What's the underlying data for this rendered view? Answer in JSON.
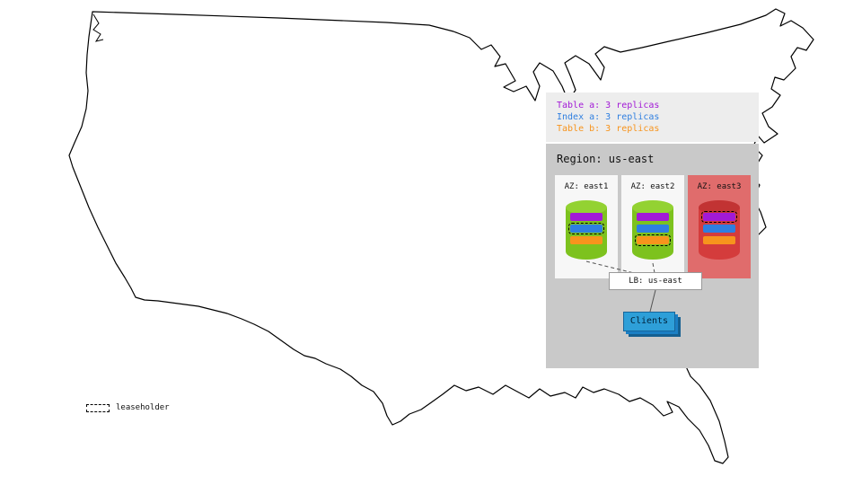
{
  "table_legend": {
    "items": [
      {
        "label": "Table a: 3 replicas",
        "color": "#a21ad6"
      },
      {
        "label": "Index a: 3 replicas",
        "color": "#2f7fe0"
      },
      {
        "label": "Table b: 3 replicas",
        "color": "#f7941d"
      }
    ]
  },
  "region": {
    "title": "Region: us-east",
    "azs": [
      {
        "label": "AZ: east1",
        "status": "up",
        "leaseholder_of": "index-a"
      },
      {
        "label": "AZ: east2",
        "status": "up",
        "leaseholder_of": "table-b"
      },
      {
        "label": "AZ: east3",
        "status": "down",
        "leaseholder_of": "table-a"
      }
    ],
    "lb": {
      "label": "LB: us-east"
    },
    "clients": {
      "label": "Clients"
    }
  },
  "key": {
    "leaseholder_label": "leaseholder"
  },
  "colors": {
    "table_a_purple": "#a21ad6",
    "index_a_blue": "#2f7fe0",
    "table_b_orange": "#f7941d",
    "legend_bg": "#ededed",
    "region_bg": "#c9c9c9",
    "az_bg": "#f7f7f7",
    "az_down_bg": "#e06c6c",
    "cylinder_green": "#7dc21e",
    "cylinder_red": "#d43c3c",
    "clients_blue": "#2e9fd8"
  }
}
